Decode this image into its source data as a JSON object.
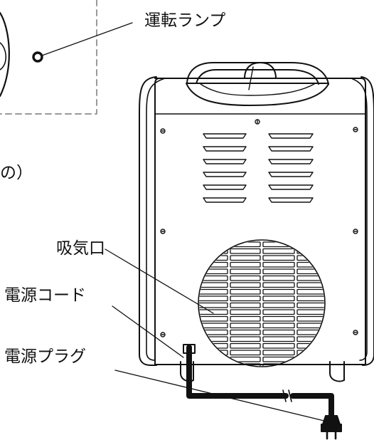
{
  "labels": {
    "indicator_lamp": "運転ランプ",
    "air_intake": "吸気口",
    "power_cord": "電源コード",
    "power_plug": "電源プラグ",
    "clipped_text": "の）"
  },
  "colors": {
    "ink": "#111111",
    "dashed_box": "#9a9a9a",
    "background": "#ffffff"
  }
}
